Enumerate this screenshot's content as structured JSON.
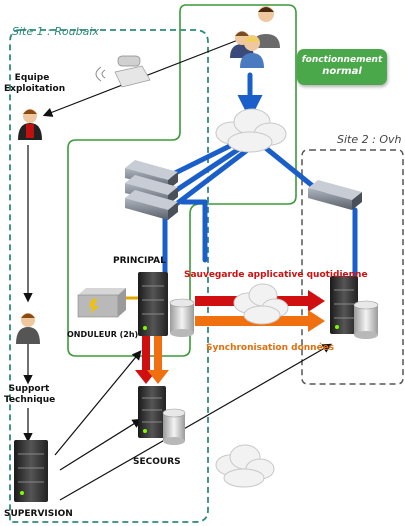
{
  "sites": {
    "site1_title": "Site 1 : Roubaix",
    "site2_title": "Site 2 : Ovh"
  },
  "badge": {
    "line1": "fonctionnement",
    "line2": "normal"
  },
  "labels": {
    "equipe_line1": "Equipe",
    "equipe_line2": "Exploitation",
    "principal": "PRINCIPAL",
    "onduleur": "ONDULEUR (2h)",
    "support_line1": "Support",
    "support_line2": "Technique",
    "secours": "SECOURS",
    "supervision": "SUPERVISION",
    "sauvegarde": "Sauvegarde applicative quotidienne",
    "synchronisation": "Synchronisation données"
  },
  "colors": {
    "site1_border": "#2e8b7a",
    "green_zone": "#3a9a3a",
    "site2_border": "#555555",
    "link_blue": "#1a5fc9",
    "sauvegarde_red": "#d01010",
    "sync_orange": "#f07010",
    "badge_green": "#4aa84a"
  },
  "icons": [
    "users-icon",
    "telephone-icon",
    "person-icon",
    "support-person-icon",
    "network-switch-icon",
    "cloud-icon",
    "server-icon",
    "database-icon",
    "ups-icon"
  ]
}
